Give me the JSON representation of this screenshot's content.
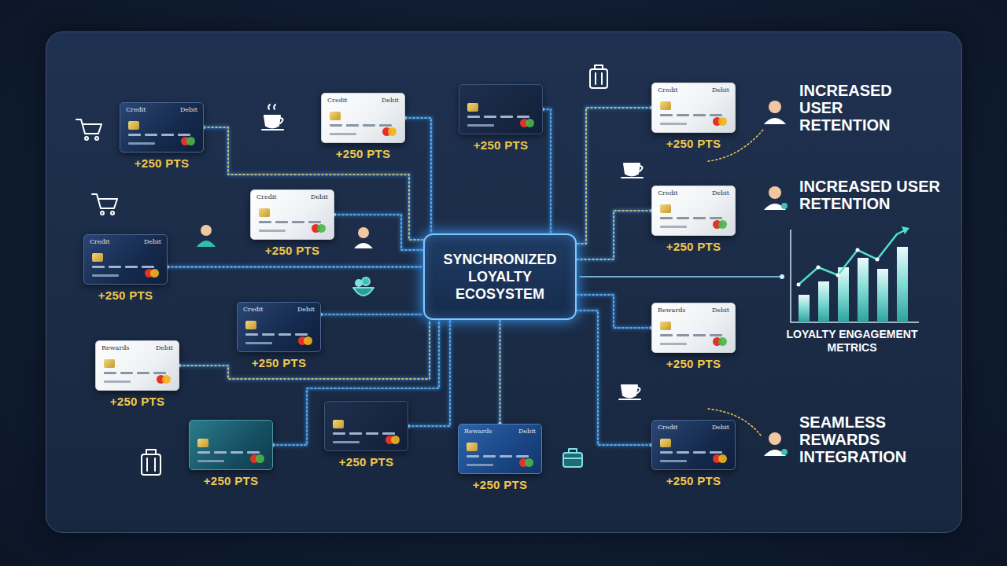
{
  "diagram": {
    "nodes": [
      {
        "text": [
          "SYNCHRONIZED LOYALTY ECOSYSTEM"
        ]
      },
      {
        "text": [
          "Credit",
          "Debit",
          "+250 PTS"
        ]
      },
      {
        "text": [
          "Credit",
          "Debit",
          "+250 PTS"
        ]
      },
      {
        "text": [
          "+250 PTS"
        ]
      },
      {
        "text": [
          "Credit",
          "Debit",
          "+250 PTS"
        ]
      },
      {
        "text": [
          "Credit",
          "Debit",
          "+250 PTS"
        ]
      },
      {
        "text": [
          "Credit",
          "Debit",
          "+250 PTS"
        ]
      },
      {
        "text": [
          "Credit",
          "Debit",
          "+250 PTS"
        ]
      },
      {
        "text": [
          "Credit",
          "Debit",
          "+250 PTS"
        ]
      },
      {
        "text": [
          "Rewards",
          "Debit",
          "+250 PTS"
        ]
      },
      {
        "text": [
          "Rewards",
          "Debit",
          "+250 PTS"
        ]
      },
      {
        "text": [
          "+250 PTS"
        ]
      },
      {
        "text": [
          "+250 PTS"
        ]
      },
      {
        "text": [
          "Rewards",
          "Debit",
          "+250 PTS"
        ]
      },
      {
        "text": [
          "Credit",
          "Debit",
          "+250 PTS"
        ]
      }
    ],
    "edges": [
      {
        "from": 1,
        "to": 0,
        "arrow": "none"
      },
      {
        "from": 2,
        "to": 0,
        "arrow": "none"
      },
      {
        "from": 3,
        "to": 0,
        "arrow": "none"
      },
      {
        "from": 4,
        "to": 0,
        "arrow": "none"
      },
      {
        "from": 5,
        "to": 0,
        "arrow": "none"
      },
      {
        "from": 6,
        "to": 0,
        "arrow": "none"
      },
      {
        "from": 7,
        "to": 0,
        "arrow": "none"
      },
      {
        "from": 8,
        "to": 0,
        "arrow": "none"
      },
      {
        "from": 9,
        "to": 0,
        "arrow": "none"
      },
      {
        "from": 10,
        "to": 0,
        "arrow": "none"
      },
      {
        "from": 11,
        "to": 0,
        "arrow": "none"
      },
      {
        "from": 12,
        "to": 0,
        "arrow": "none"
      },
      {
        "from": 13,
        "to": 0,
        "arrow": "none"
      },
      {
        "from": 14,
        "to": 0,
        "arrow": "none"
      }
    ],
    "labels": [
      "INCREASED USER RETENTION",
      "INCREASED USER RETENTION",
      "SEAMLESS REWARDS INTEGRATION",
      "LOYALTY ENGAGEMENT METRICS"
    ]
  }
}
